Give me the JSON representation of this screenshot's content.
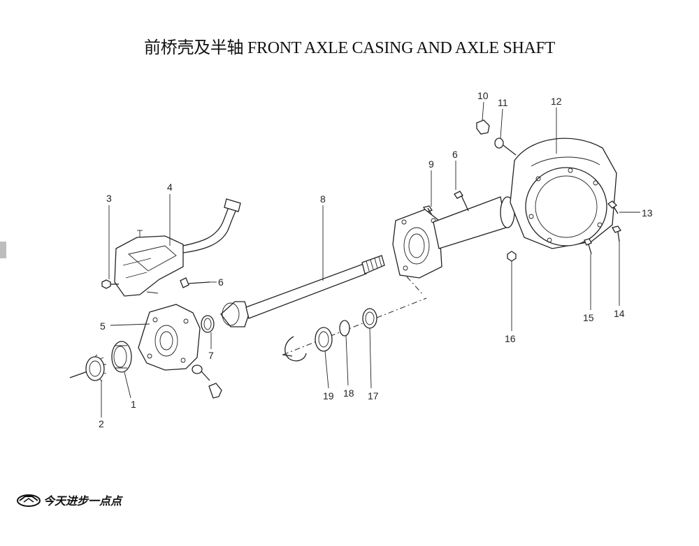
{
  "title": "前桥壳及半轴  FRONT AXLE CASING AND AXLE SHAFT",
  "callouts": {
    "p1": "1",
    "p2": "2",
    "p3": "3",
    "p4": "4",
    "p5": "5",
    "p6a": "6",
    "p6b": "6",
    "p7": "7",
    "p8": "8",
    "p9": "9",
    "p10": "10",
    "p11": "11",
    "p12": "12",
    "p13": "13",
    "p14": "14",
    "p15": "15",
    "p16": "16",
    "p17": "17",
    "p18": "18",
    "p19": "19"
  },
  "brand": {
    "logo_icon": "car-emblem-icon",
    "slogan": "今天进步一点点"
  }
}
